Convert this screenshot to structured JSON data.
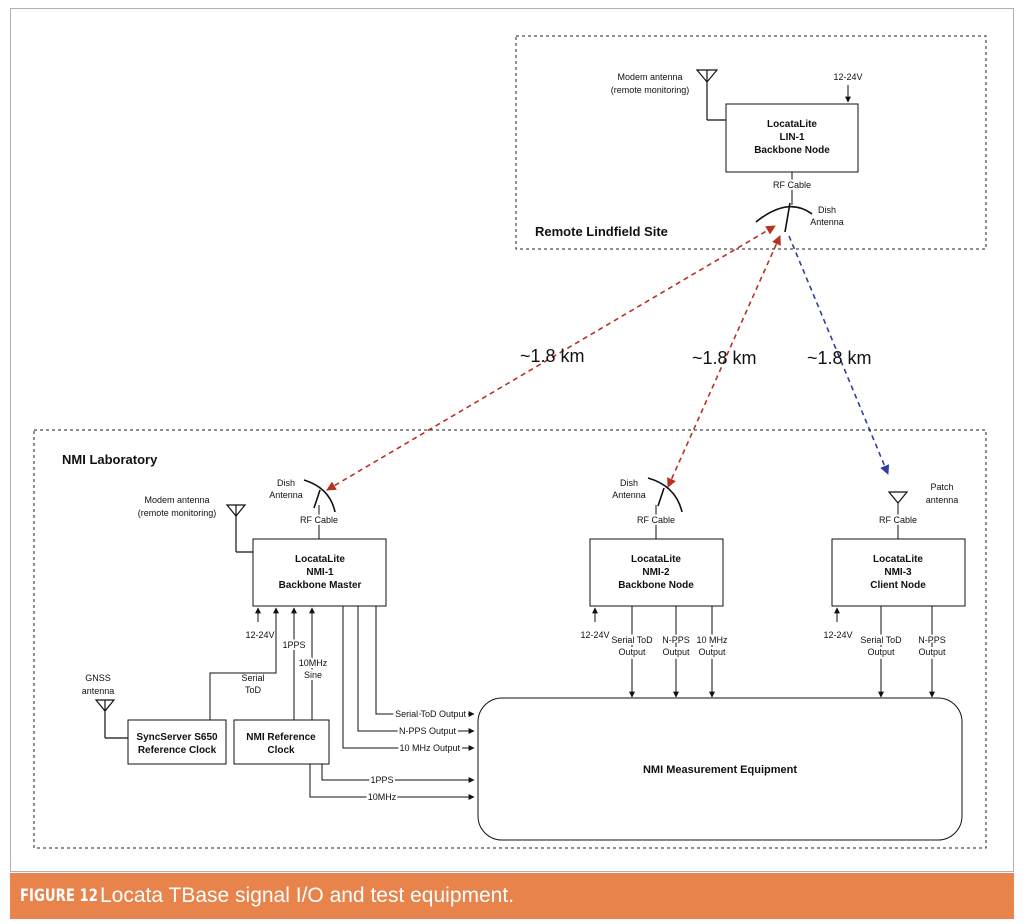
{
  "figure": {
    "label": "FIGURE 12",
    "caption": "Locata TBase signal I/O and test equipment."
  },
  "remote_site": {
    "title": "Remote Lindfield Site",
    "modem_antenna": [
      "Modem antenna",
      "(remote monitoring)"
    ],
    "power": "12-24V",
    "node": [
      "LocataLite",
      "LIN-1",
      "Backbone Node"
    ],
    "rf_cable": "RF Cable",
    "dish": [
      "Dish",
      "Antenna"
    ]
  },
  "distances": [
    "~1.8 km",
    "~1.8 km",
    "~1.8 km"
  ],
  "lab": {
    "title": "NMI Laboratory",
    "modem_antenna": [
      "Modem antenna",
      "(remote monitoring)"
    ],
    "gnss_antenna": [
      "GNSS",
      "antenna"
    ],
    "nmi1": {
      "dish": [
        "Dish",
        "Antenna"
      ],
      "rf_cable": "RF Cable",
      "box": [
        "LocataLite",
        "NMI-1",
        "Backbone Master"
      ],
      "power": "12-24V",
      "serial_tod": [
        "Serial",
        "ToD"
      ],
      "pps": "1PPS",
      "sine": [
        "10MHz",
        "Sine"
      ],
      "outputs": [
        "Serial ToD Output",
        "N-PPS Output",
        "10 MHz Output"
      ]
    },
    "syncserver": [
      "SyncServer S650",
      "Reference Clock"
    ],
    "ref_clock": [
      "NMI Reference",
      "Clock"
    ],
    "ref_outputs": [
      "1PPS",
      "10MHz"
    ],
    "nmi2": {
      "dish": [
        "Dish",
        "Antenna"
      ],
      "rf_cable": "RF Cable",
      "box": [
        "LocataLite",
        "NMI-2",
        "Backbone Node"
      ],
      "power": "12-24V",
      "outputs": [
        [
          "Serial ToD",
          "Output"
        ],
        [
          "N-PPS",
          "Output"
        ],
        [
          "10 MHz",
          "Output"
        ]
      ]
    },
    "nmi3": {
      "patch": [
        "Patch",
        "antenna"
      ],
      "rf_cable": "RF Cable",
      "box": [
        "LocataLite",
        "NMI-3",
        "Client Node"
      ],
      "power": "12-24V",
      "outputs": [
        [
          "Serial ToD",
          "Output"
        ],
        [
          "N-PPS",
          "Output"
        ]
      ]
    },
    "measurement": "NMI Measurement Equipment"
  },
  "colors": {
    "red_link": "#b83222",
    "blue_link": "#2f3ea6",
    "caption_bg": "#e8834b"
  }
}
